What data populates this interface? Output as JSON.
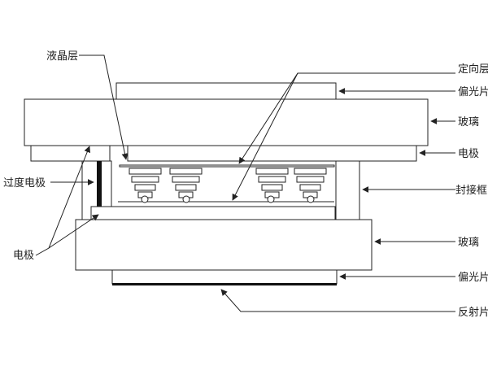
{
  "labels": {
    "liquid_crystal_layer": "液晶层",
    "alignment_layer": "定向层",
    "polarizer_top": "偏光片",
    "glass_top": "玻璃",
    "electrode_right": "电极",
    "transition_electrode": "过度电极",
    "seal_frame": "封接框",
    "electrode_left": "电极",
    "glass_bottom": "玻璃",
    "polarizer_bottom": "偏光片",
    "reflector": "反射片"
  },
  "colors": {
    "line": "#222222",
    "fill_dark": "#111111",
    "background": "#ffffff"
  }
}
